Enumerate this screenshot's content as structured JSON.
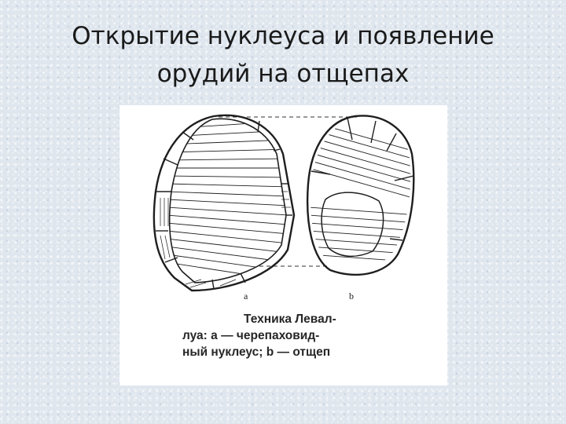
{
  "slide": {
    "title_lines": [
      "Открытие нуклеуса и появление",
      "орудий на отщепах"
    ]
  },
  "figure": {
    "label_a": "a",
    "label_b": "b",
    "caption_lines": [
      "Техника Левал-",
      "луа: a — черепаховид-",
      "ный нуклеус; b — отщеп"
    ]
  }
}
